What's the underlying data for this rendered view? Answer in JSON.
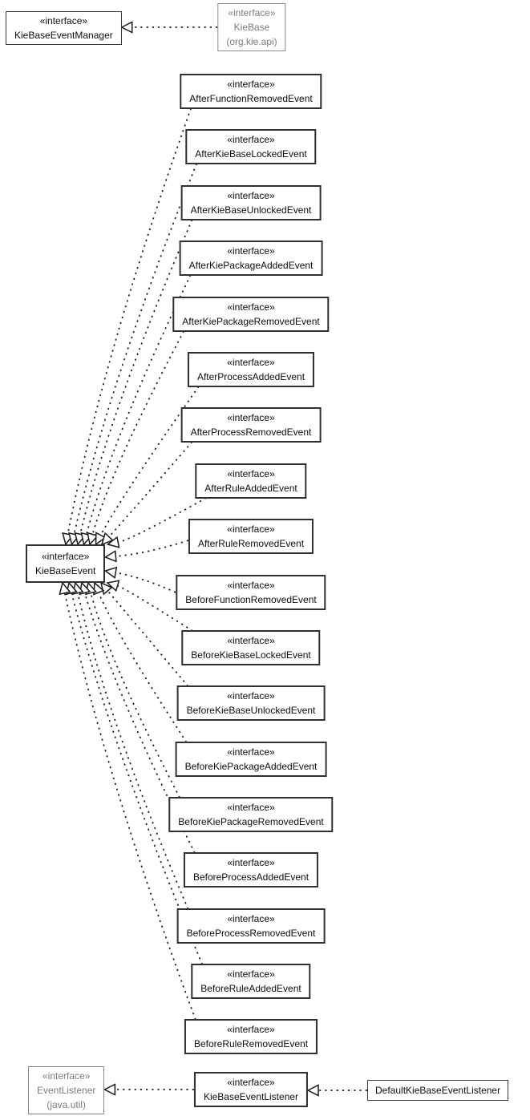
{
  "diagram_kind": "uml-package-class-diagram",
  "colors": {
    "background": "#ffffff",
    "box_border": "#2f2f2f",
    "external_box": "#8a8a8a",
    "edge": "#1a1a1a"
  },
  "nodes": [
    {
      "id": "KieBaseEventManager",
      "stereotype": "«interface»",
      "name": "KieBaseEventManager"
    },
    {
      "id": "KieBase",
      "stereotype": "«interface»",
      "name": "KieBase",
      "package": "(org.kie.api)",
      "external": true
    },
    {
      "id": "AfterFunctionRemovedEvent",
      "stereotype": "«interface»",
      "name": "AfterFunctionRemovedEvent"
    },
    {
      "id": "AfterKieBaseLockedEvent",
      "stereotype": "«interface»",
      "name": "AfterKieBaseLockedEvent"
    },
    {
      "id": "AfterKieBaseUnlockedEvent",
      "stereotype": "«interface»",
      "name": "AfterKieBaseUnlockedEvent"
    },
    {
      "id": "AfterKiePackageAddedEvent",
      "stereotype": "«interface»",
      "name": "AfterKiePackageAddedEvent"
    },
    {
      "id": "AfterKiePackageRemovedEvent",
      "stereotype": "«interface»",
      "name": "AfterKiePackageRemovedEvent"
    },
    {
      "id": "AfterProcessAddedEvent",
      "stereotype": "«interface»",
      "name": "AfterProcessAddedEvent"
    },
    {
      "id": "AfterProcessRemovedEvent",
      "stereotype": "«interface»",
      "name": "AfterProcessRemovedEvent"
    },
    {
      "id": "AfterRuleAddedEvent",
      "stereotype": "«interface»",
      "name": "AfterRuleAddedEvent"
    },
    {
      "id": "AfterRuleRemovedEvent",
      "stereotype": "«interface»",
      "name": "AfterRuleRemovedEvent"
    },
    {
      "id": "BeforeFunctionRemovedEvent",
      "stereotype": "«interface»",
      "name": "BeforeFunctionRemovedEvent"
    },
    {
      "id": "BeforeKieBaseLockedEvent",
      "stereotype": "«interface»",
      "name": "BeforeKieBaseLockedEvent"
    },
    {
      "id": "BeforeKieBaseUnlockedEvent",
      "stereotype": "«interface»",
      "name": "BeforeKieBaseUnlockedEvent"
    },
    {
      "id": "BeforeKiePackageAddedEvent",
      "stereotype": "«interface»",
      "name": "BeforeKiePackageAddedEvent"
    },
    {
      "id": "BeforeKiePackageRemovedEvent",
      "stereotype": "«interface»",
      "name": "BeforeKiePackageRemovedEvent"
    },
    {
      "id": "BeforeProcessAddedEvent",
      "stereotype": "«interface»",
      "name": "BeforeProcessAddedEvent"
    },
    {
      "id": "BeforeProcessRemovedEvent",
      "stereotype": "«interface»",
      "name": "BeforeProcessRemovedEvent"
    },
    {
      "id": "BeforeRuleAddedEvent",
      "stereotype": "«interface»",
      "name": "BeforeRuleAddedEvent"
    },
    {
      "id": "BeforeRuleRemovedEvent",
      "stereotype": "«interface»",
      "name": "BeforeRuleRemovedEvent"
    },
    {
      "id": "KieBaseEvent",
      "stereotype": "«interface»",
      "name": "KieBaseEvent"
    },
    {
      "id": "EventListener",
      "stereotype": "«interface»",
      "name": "EventListener",
      "package": "(java.util)",
      "external": true
    },
    {
      "id": "KieBaseEventListener",
      "stereotype": "«interface»",
      "name": "KieBaseEventListener"
    },
    {
      "id": "DefaultKieBaseEventListener",
      "name": "DefaultKieBaseEventListener"
    }
  ],
  "edges": [
    {
      "from": "KieBase",
      "to": "KieBaseEventManager",
      "line": "dotted",
      "arrow": "hollow-triangle"
    },
    {
      "from": "AfterFunctionRemovedEvent",
      "to": "KieBaseEvent",
      "line": "dotted",
      "arrow": "hollow-triangle"
    },
    {
      "from": "AfterKieBaseLockedEvent",
      "to": "KieBaseEvent",
      "line": "dotted",
      "arrow": "hollow-triangle"
    },
    {
      "from": "AfterKieBaseUnlockedEvent",
      "to": "KieBaseEvent",
      "line": "dotted",
      "arrow": "hollow-triangle"
    },
    {
      "from": "AfterKiePackageAddedEvent",
      "to": "KieBaseEvent",
      "line": "dotted",
      "arrow": "hollow-triangle"
    },
    {
      "from": "AfterKiePackageRemovedEvent",
      "to": "KieBaseEvent",
      "line": "dotted",
      "arrow": "hollow-triangle"
    },
    {
      "from": "AfterProcessAddedEvent",
      "to": "KieBaseEvent",
      "line": "dotted",
      "arrow": "hollow-triangle"
    },
    {
      "from": "AfterProcessRemovedEvent",
      "to": "KieBaseEvent",
      "line": "dotted",
      "arrow": "hollow-triangle"
    },
    {
      "from": "AfterRuleAddedEvent",
      "to": "KieBaseEvent",
      "line": "dotted",
      "arrow": "hollow-triangle"
    },
    {
      "from": "AfterRuleRemovedEvent",
      "to": "KieBaseEvent",
      "line": "dotted",
      "arrow": "hollow-triangle"
    },
    {
      "from": "BeforeFunctionRemovedEvent",
      "to": "KieBaseEvent",
      "line": "dotted",
      "arrow": "hollow-triangle"
    },
    {
      "from": "BeforeKieBaseLockedEvent",
      "to": "KieBaseEvent",
      "line": "dotted",
      "arrow": "hollow-triangle"
    },
    {
      "from": "BeforeKieBaseUnlockedEvent",
      "to": "KieBaseEvent",
      "line": "dotted",
      "arrow": "hollow-triangle"
    },
    {
      "from": "BeforeKiePackageAddedEvent",
      "to": "KieBaseEvent",
      "line": "dotted",
      "arrow": "hollow-triangle"
    },
    {
      "from": "BeforeKiePackageRemovedEvent",
      "to": "KieBaseEvent",
      "line": "dotted",
      "arrow": "hollow-triangle"
    },
    {
      "from": "BeforeProcessAddedEvent",
      "to": "KieBaseEvent",
      "line": "dotted",
      "arrow": "hollow-triangle"
    },
    {
      "from": "BeforeProcessRemovedEvent",
      "to": "KieBaseEvent",
      "line": "dotted",
      "arrow": "hollow-triangle"
    },
    {
      "from": "BeforeRuleAddedEvent",
      "to": "KieBaseEvent",
      "line": "dotted",
      "arrow": "hollow-triangle"
    },
    {
      "from": "BeforeRuleRemovedEvent",
      "to": "KieBaseEvent",
      "line": "dotted",
      "arrow": "hollow-triangle"
    },
    {
      "from": "KieBaseEventListener",
      "to": "EventListener",
      "line": "dotted",
      "arrow": "hollow-triangle"
    },
    {
      "from": "DefaultKieBaseEventListener",
      "to": "KieBaseEventListener",
      "line": "dotted",
      "arrow": "hollow-triangle"
    }
  ]
}
